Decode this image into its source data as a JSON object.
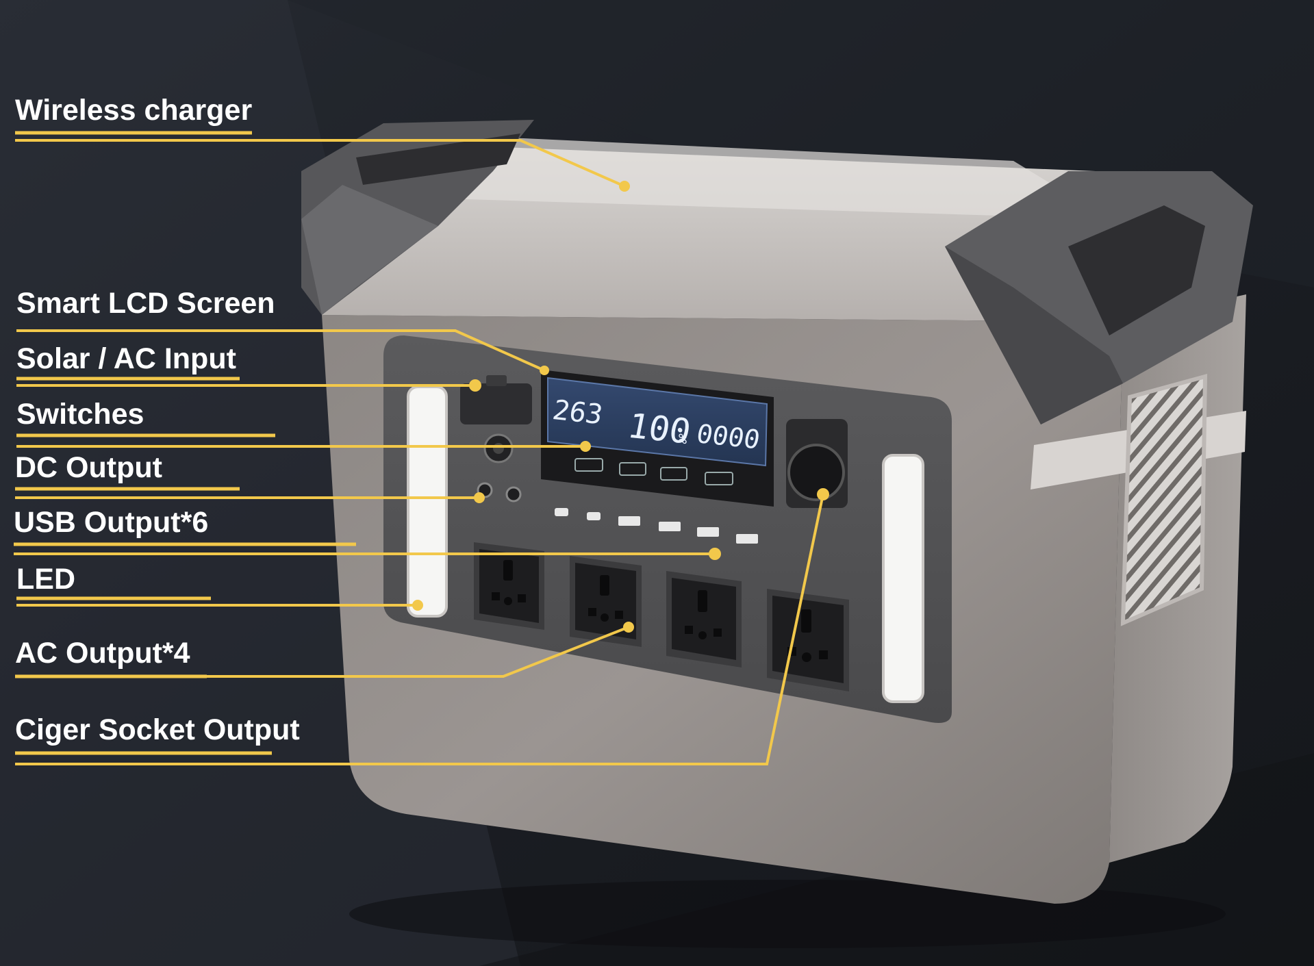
{
  "colors": {
    "background": "#1c2026",
    "accent_line": "#f2c84b",
    "label_text": "#ffffff",
    "device_body": "#8f8a87",
    "device_dark": "#3a3a3c",
    "led_bar": "#f6f6f4",
    "lcd_screen": "#2a3b5c"
  },
  "lcd": {
    "left_value": "263",
    "center_value": "100",
    "center_unit": "%",
    "right_value": "0000"
  },
  "callouts": [
    {
      "id": "wireless-charger",
      "label": "Wireless charger"
    },
    {
      "id": "smart-lcd-screen",
      "label": "Smart LCD Screen"
    },
    {
      "id": "solar-ac-input",
      "label": "Solar / AC Input"
    },
    {
      "id": "switches",
      "label": "Switches"
    },
    {
      "id": "dc-output",
      "label": "DC Output"
    },
    {
      "id": "usb-output",
      "label": "USB Output*6"
    },
    {
      "id": "led",
      "label": "LED"
    },
    {
      "id": "ac-output",
      "label": "AC Output*4"
    },
    {
      "id": "ciger-socket-output",
      "label": "Ciger Socket Output"
    }
  ]
}
